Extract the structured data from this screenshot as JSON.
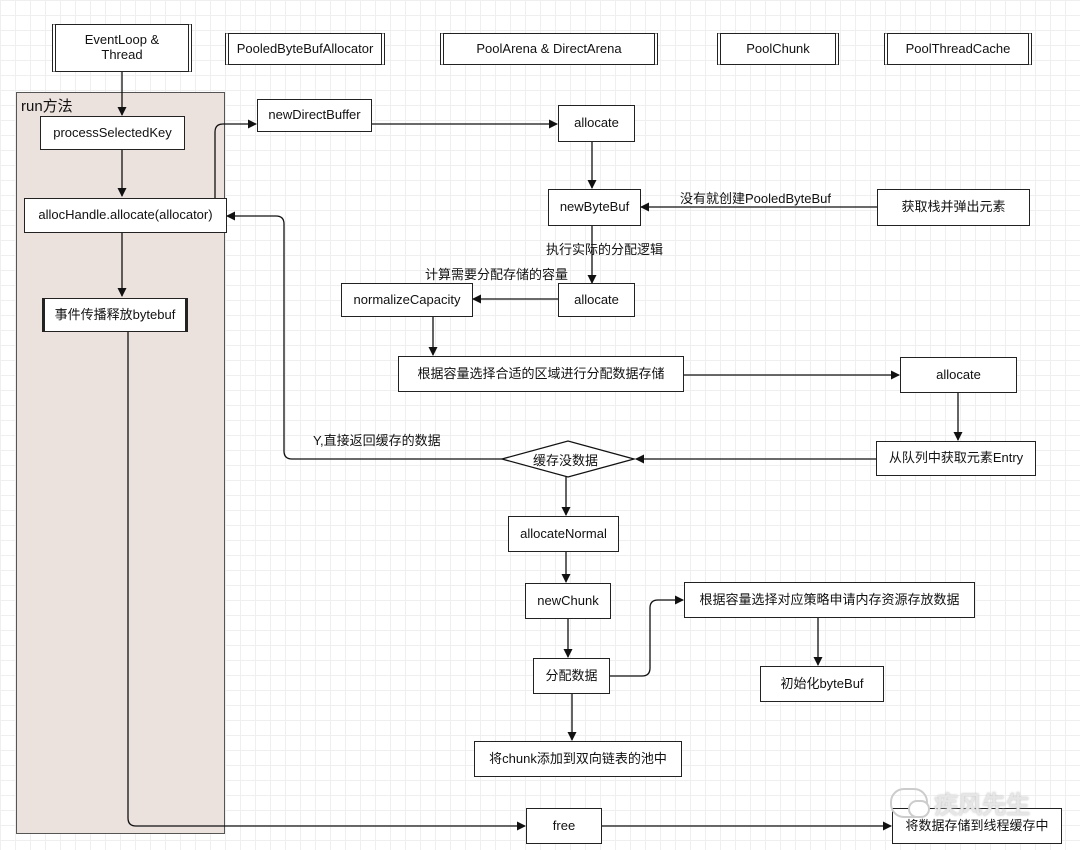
{
  "headers": {
    "eventloop": "EventLoop &\nThread",
    "allocator": "PooledByteBufAllocator",
    "arena": "PoolArena & DirectArena",
    "chunk": "PoolChunk",
    "cache": "PoolThreadCache"
  },
  "lane": {
    "title": "run方法"
  },
  "nodes": {
    "process_selected_key": "processSelectedKey",
    "alloc_handle": "allocHandle.allocate(allocator)",
    "event_release": "事件传播释放bytebuf",
    "new_direct_buffer": "newDirectBuffer",
    "allocate_1": "allocate",
    "new_byte_buf": "newByteBuf",
    "pop_stack": "获取栈并弹出元素",
    "allocate_2": "allocate",
    "normalize_capacity": "normalizeCapacity",
    "choose_region": "根据容量选择合适的区域进行分配数据存储",
    "allocate_3": "allocate",
    "get_entry": "从队列中获取元素Entry",
    "cache_none": "缓存没数据",
    "allocate_normal": "allocateNormal",
    "new_chunk": "newChunk",
    "assign_data": "分配数据",
    "choose_strategy": "根据容量选择对应策略申请内存资源存放数据",
    "init_bytebuf": "初始化byteBuf",
    "add_chunk": "将chunk添加到双向链表的池中",
    "free": "free",
    "store_cache": "将数据存储到线程缓存中"
  },
  "labels": {
    "create_if_none": "没有就创建PooledByteBuf",
    "exec_logic": "执行实际的分配逻辑",
    "calc_capacity": "计算需要分配存储的容量",
    "return_cached": "Y,直接返回缓存的数据"
  },
  "watermark": {
    "text": "疾风先生"
  }
}
